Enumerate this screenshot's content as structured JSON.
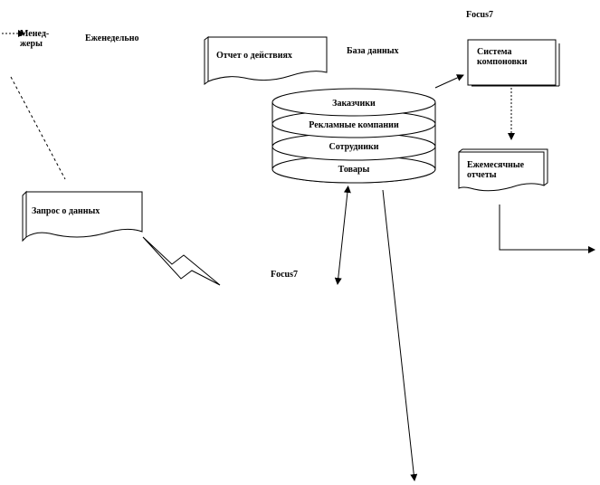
{
  "diagram": {
    "managers_label": "Менед-\nжеры",
    "weekly_label": "Еженедельно",
    "focus_top_label": "Focus7",
    "actions_report_label": "Отчет о действиях",
    "database_label": "База данных",
    "layout_system_label": "Система компоновки",
    "db_layers": [
      "Заказчики",
      "Рекламные компании",
      "Сотрудники",
      "Товары"
    ],
    "monthly_reports_label": "Ежемесячные отчеты",
    "data_request_label": "Запрос о данных",
    "focus_mid_label": "Focus7"
  }
}
